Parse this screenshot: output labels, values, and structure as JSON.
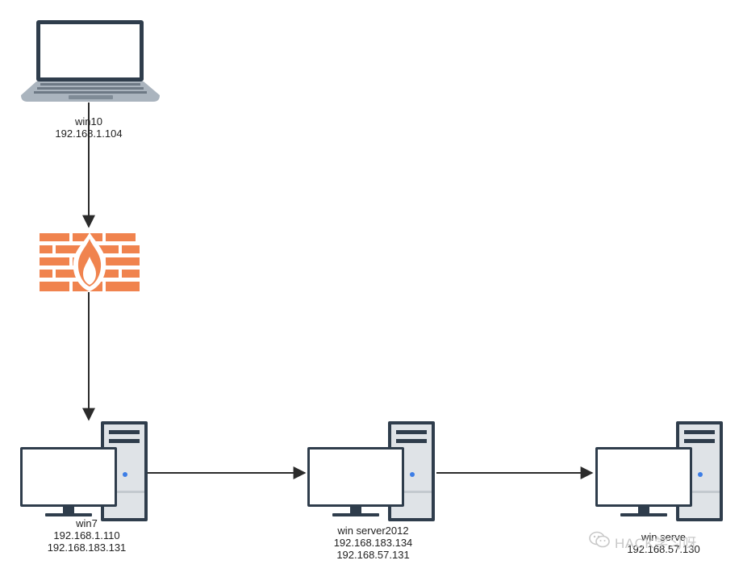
{
  "nodes": {
    "laptop": {
      "name": "win10",
      "ip1": "192.168.1.104"
    },
    "win7": {
      "name": "win7",
      "ip1": "192.168.1.110",
      "ip2": "192.168.183.131"
    },
    "server2012": {
      "name": "win server2012",
      "ip1": "192.168.183.134",
      "ip2": "192.168.57.131"
    },
    "server_right": {
      "name": "win serve",
      "ip1": "192.168.57.130"
    }
  },
  "watermark": {
    "text": "HACK学习呀"
  },
  "colors": {
    "firewall": "#F0834E",
    "edge": "#2b2b2b",
    "device_frame": "#2f3d4c",
    "tower_body": "#dfe3e7",
    "power_led": "#3d7ee6"
  }
}
